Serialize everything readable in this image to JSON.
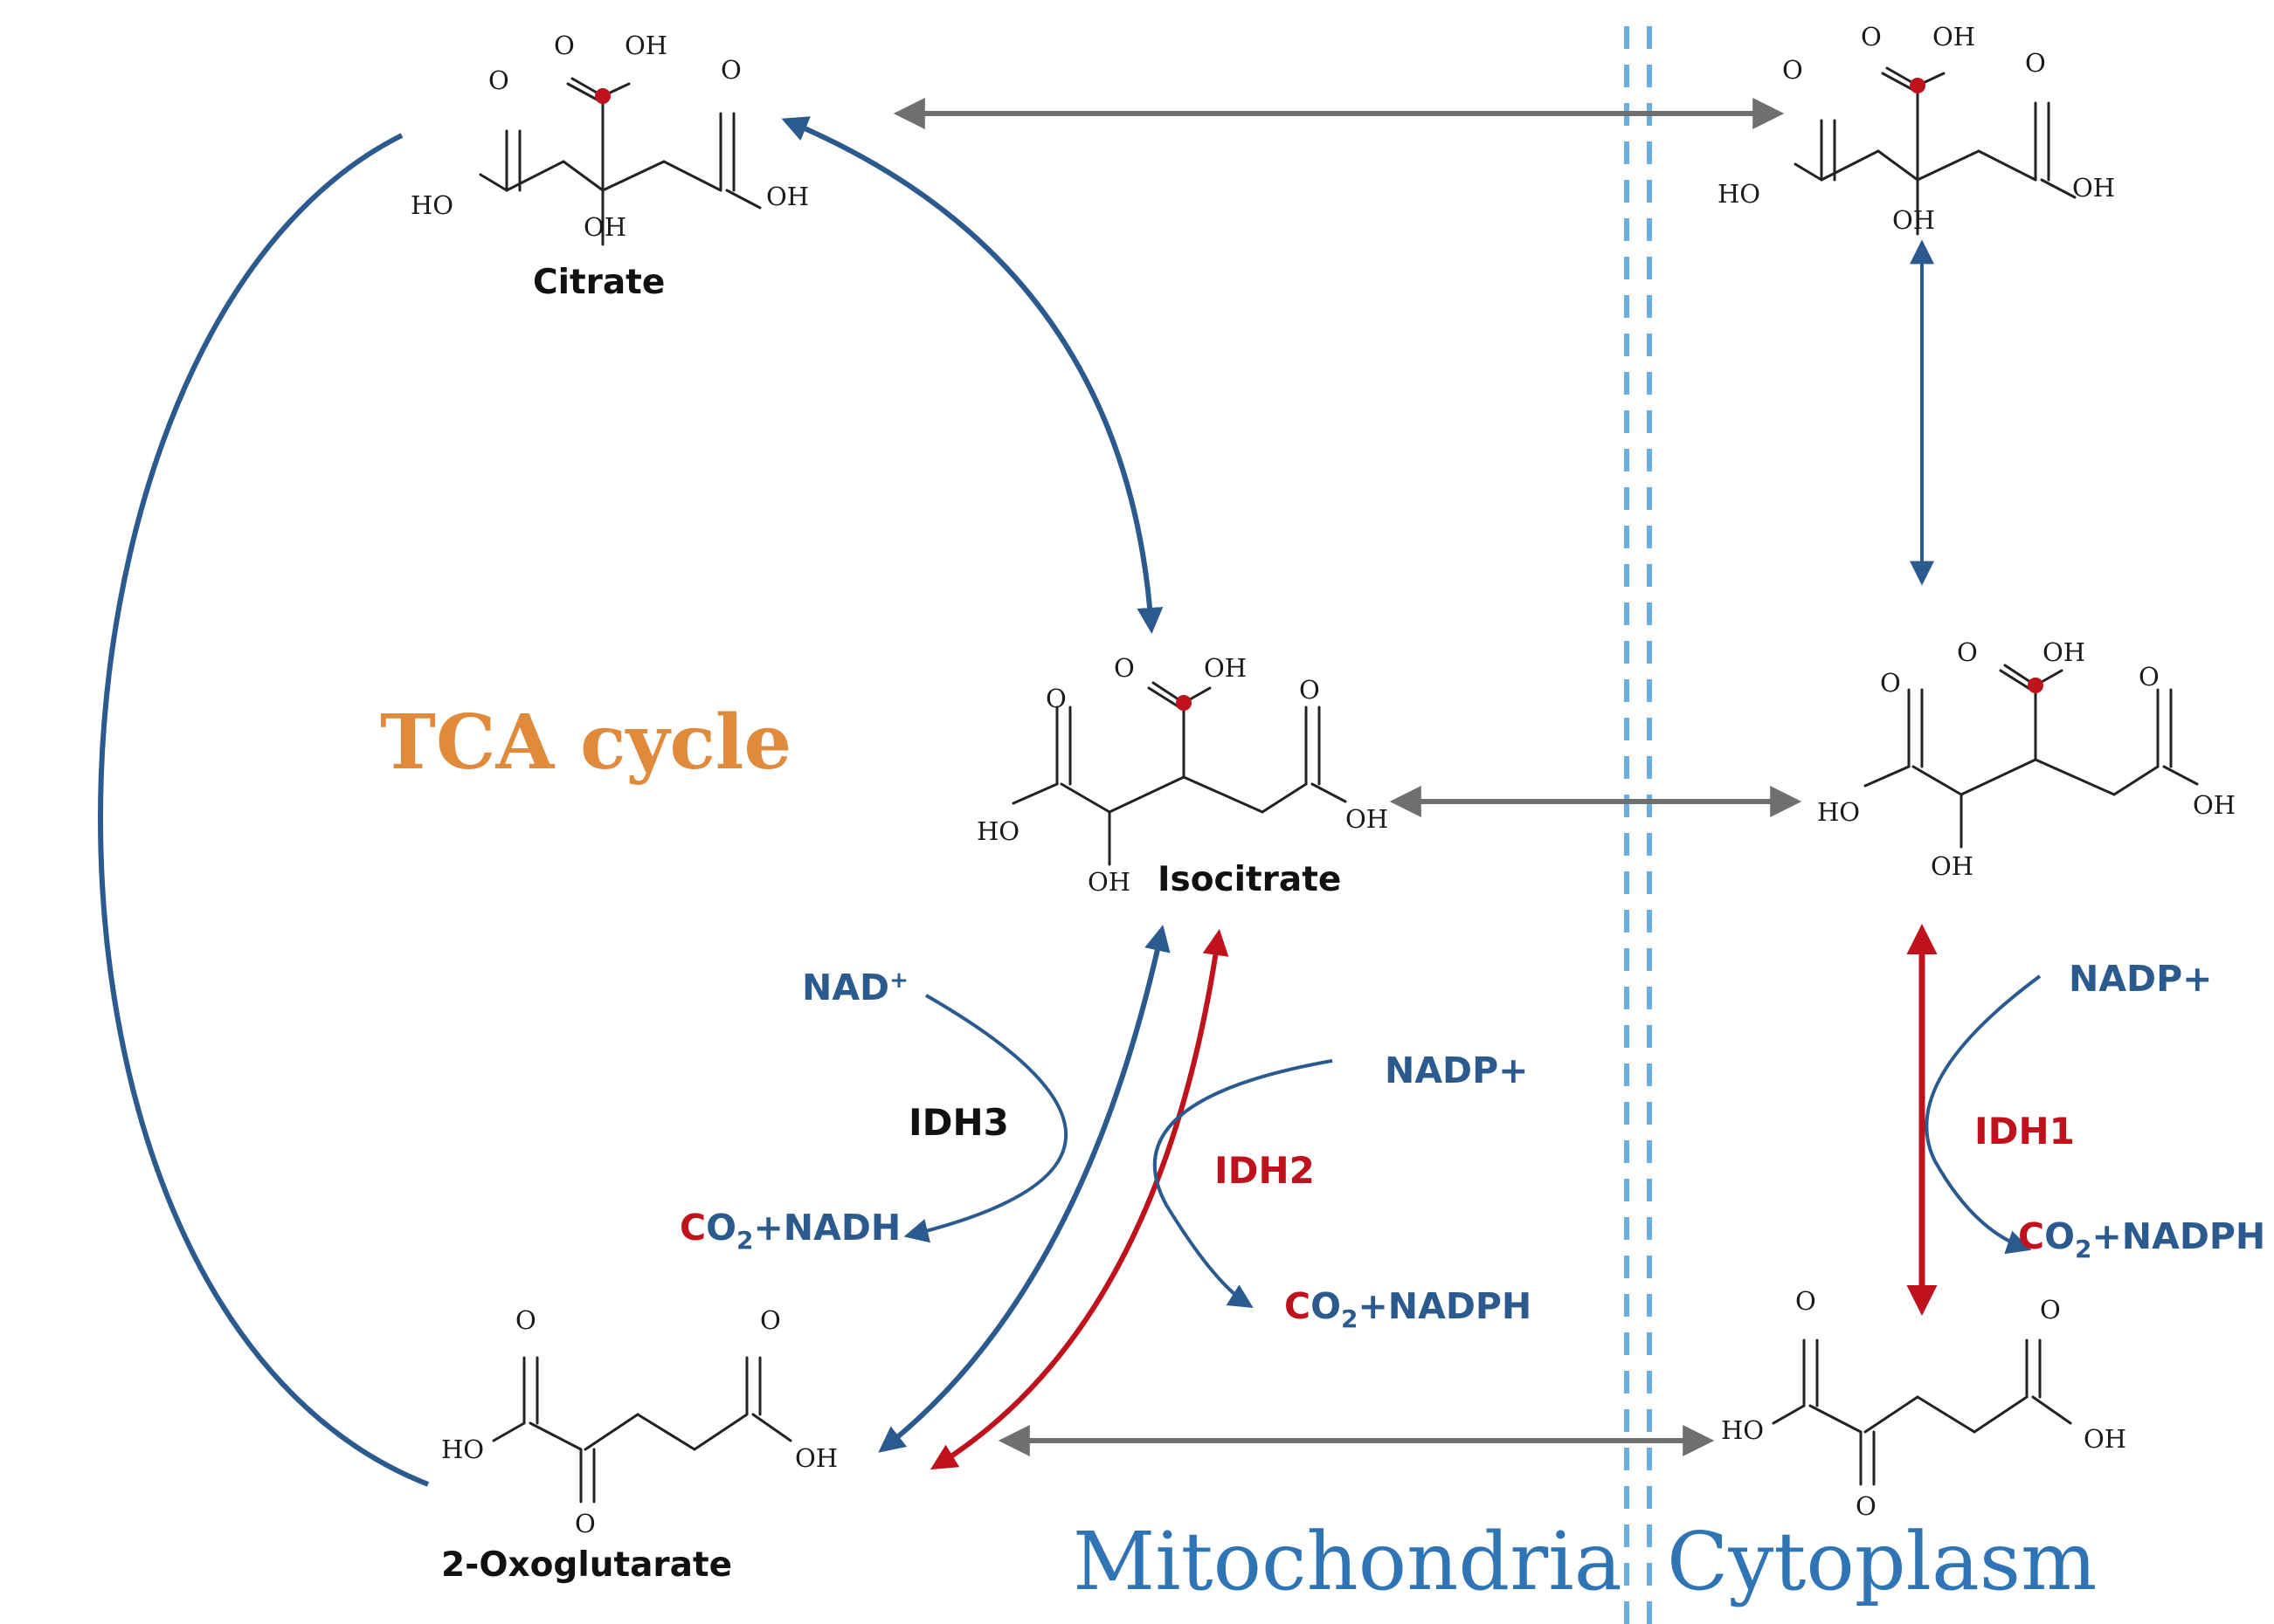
{
  "title": "TCA cycle",
  "regions": {
    "left": "Mitochondria",
    "right": "Cytoplasm"
  },
  "molecules": {
    "citrate": "Citrate",
    "isocitrate": "Isocitrate",
    "oxoglutarate": "2-Oxoglutarate"
  },
  "atoms": {
    "o": "O",
    "oh": "OH",
    "ho": "HO"
  },
  "enzymes": {
    "idh1": "IDH1",
    "idh2": "IDH2",
    "idh3": "IDH3"
  },
  "cofactors": {
    "nad": "NAD",
    "nad_sup": "+",
    "nadp": "NADP+",
    "co2_c": "C",
    "co2_o": "O",
    "co2_sub": "2",
    "nadh_suffix": "+NADH",
    "nadph_suffix": "+NADPH"
  },
  "colors": {
    "tca_title": "#e08a3c",
    "region_text": "#2f74b5",
    "cofactor_blue": "#2b5a8e",
    "idh_red": "#c0121c",
    "grey_arrow": "#6f6f6f",
    "membrane": "#6aaee0",
    "carbon_dot": "#c0121c"
  }
}
